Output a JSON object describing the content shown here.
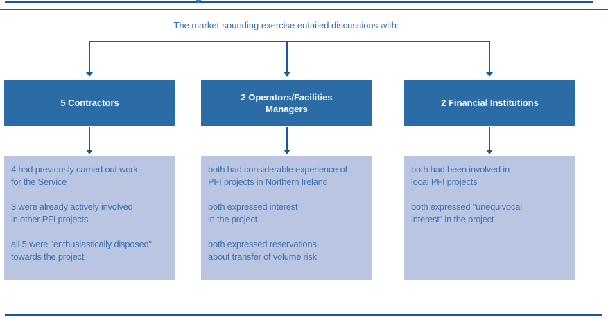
{
  "figure": {
    "title": "The market-sounding exercise entailed discussions with:"
  },
  "columns": [
    {
      "header": "5 Contractors",
      "findings": [
        "4 had previously carried out work\nfor the Service",
        "3 were already actively involved\nin other PFI projects",
        "all 5 were \"enthusiastically disposed\"\ntowards the project"
      ]
    },
    {
      "header": "2 Operators/Facilities\nManagers",
      "findings": [
        "both had considerable experience of\nPFI projects in Northern Ireland",
        "both expressed interest\nin the project",
        "both expressed reservations\nabout transfer of volume risk"
      ]
    },
    {
      "header": "2 Financial Institutions",
      "findings": [
        "both had been involved in\nlocal PFI projects",
        "both expressed \"unequivocal\ninterest\" in the project"
      ]
    }
  ],
  "colors": {
    "header_box": "#2b6ca7",
    "finding_box": "#b9c5e1",
    "connector": "#175a9c",
    "title_text": "#2e6fb5",
    "body_text": "#3e72b4"
  }
}
